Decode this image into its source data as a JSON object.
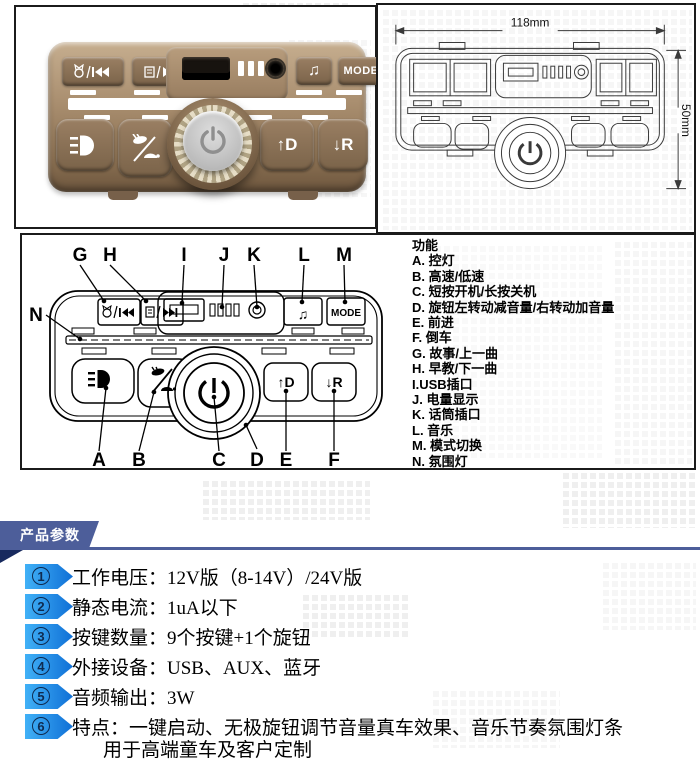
{
  "labels": {
    "mode": "MODE",
    "forward": "↑D",
    "reverse": "↓R",
    "music": "♫"
  },
  "drawing": {
    "width_label": "118mm",
    "height_label": "50mm"
  },
  "diagram": {
    "top_labels": [
      "G",
      "H",
      "I",
      "J",
      "K",
      "L",
      "M"
    ],
    "left_label": "N",
    "bottom_labels": [
      "A",
      "B",
      "C",
      "D",
      "E",
      "F"
    ]
  },
  "functions": {
    "title": "功能",
    "items": [
      "A. 控灯",
      "B. 高速/低速",
      "C. 短按开机/长按关机",
      "D. 旋钮左转动减音量/右转动加音量",
      "E. 前进",
      "F. 倒车",
      "G. 故事/上一曲",
      "H. 早教/下一曲",
      "I.USB插口",
      "J. 电量显示",
      "K. 话筒插口",
      "L. 音乐",
      "M. 模式切换",
      "N. 氛围灯"
    ]
  },
  "parameters": {
    "header": "产品参数",
    "items": [
      {
        "num": "1",
        "text": "工作电压：12V版（8-14V）/24V版"
      },
      {
        "num": "2",
        "text": "静态电流：1uA以下"
      },
      {
        "num": "3",
        "text": "按键数量：9个按键+1个旋钮"
      },
      {
        "num": "4",
        "text": "外接设备：USB、AUX、蓝牙"
      },
      {
        "num": "5",
        "text": "音频输出：3W"
      },
      {
        "num": "6",
        "text": "特点：一键启动、无极旋钮调节音量真车效果、音乐节奏氛围灯条",
        "text2": "用于高端童车及客户定制"
      }
    ]
  },
  "colors": {
    "panel_bronze": "#a58a6c",
    "badge_blue": "#2196f3",
    "header_blue": "#4d5e9a",
    "fold_navy": "#182a5e"
  }
}
